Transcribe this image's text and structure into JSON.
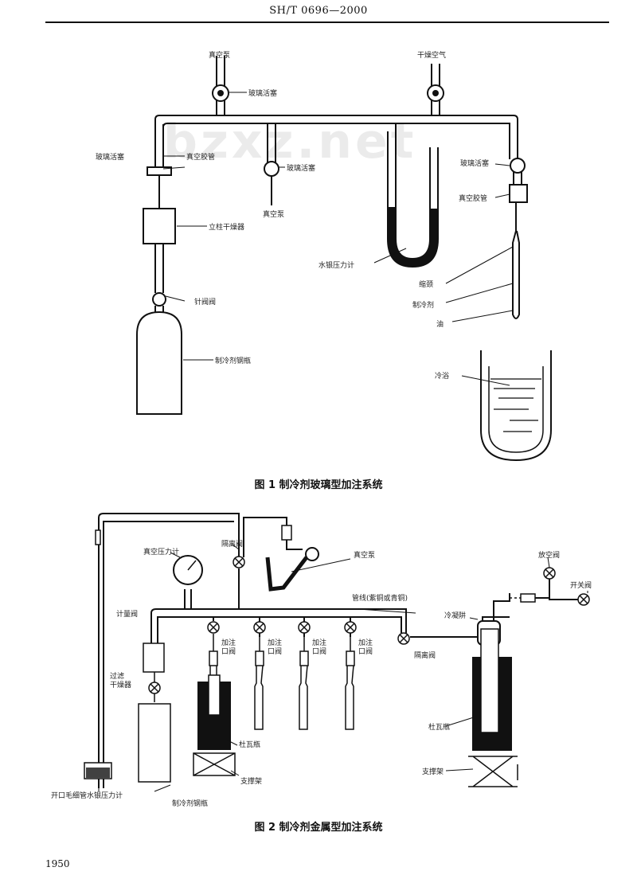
{
  "header": {
    "standard_no": "SH/T 0696—2000"
  },
  "watermark": "bzxz.net",
  "figure1": {
    "caption": "图 1   制冷剂玻璃型加注系统",
    "labels": {
      "vacuum_pump_top": "真空泵",
      "dry_air": "干燥空气",
      "glass_stopcock": "玻璃活塞",
      "glass_valve": "玻璃活塞",
      "vacuum_tube_left": "真空胶管",
      "glass_valve_mid": "玻璃活塞",
      "vacuum_pump_mid": "真空泵",
      "column_dryer": "立柱干燥器",
      "glass_valve_right": "玻璃活塞",
      "vacuum_tube_right": "真空胶管",
      "mercury_manometer": "水银压力计",
      "neck": "缩颈",
      "refrigerant": "制冷剂",
      "oil": "油",
      "needle_valve": "针阀阀",
      "refrigerant_cylinder": "制冷剂钢瓶",
      "cold_bath": "冷浴"
    }
  },
  "figure2": {
    "caption": "图 2   制冷剂金属型加注系统",
    "labels": {
      "vacuum_gauge": "真空压力计",
      "isolation_valve_top": "隔离阀",
      "vacuum_pump": "真空泵",
      "vent_valve": "放空阀",
      "switch_valve": "开关阀",
      "tubing": "管线(紫铜或青铜)",
      "metering_valve": "计量阀",
      "cold_trap": "冷凝阱",
      "fill_valve_1": "加注\n口阀",
      "fill_valve_2": "加注\n口阀",
      "fill_valve_3": "加注\n口阀",
      "fill_valve_4": "加注\n口阀",
      "isolation_valve_right": "隔离阀",
      "filter_dryer": "过滤\n干燥器",
      "dewar_left": "杜瓦瓶",
      "dewar_right": "杜瓦瓶",
      "support_left": "支撑架",
      "support_right": "支撑架",
      "manometer": "开口毛细管水银压力计",
      "refrigerant_cylinder": "制冷剂钢瓶"
    }
  },
  "page_number": "1950"
}
